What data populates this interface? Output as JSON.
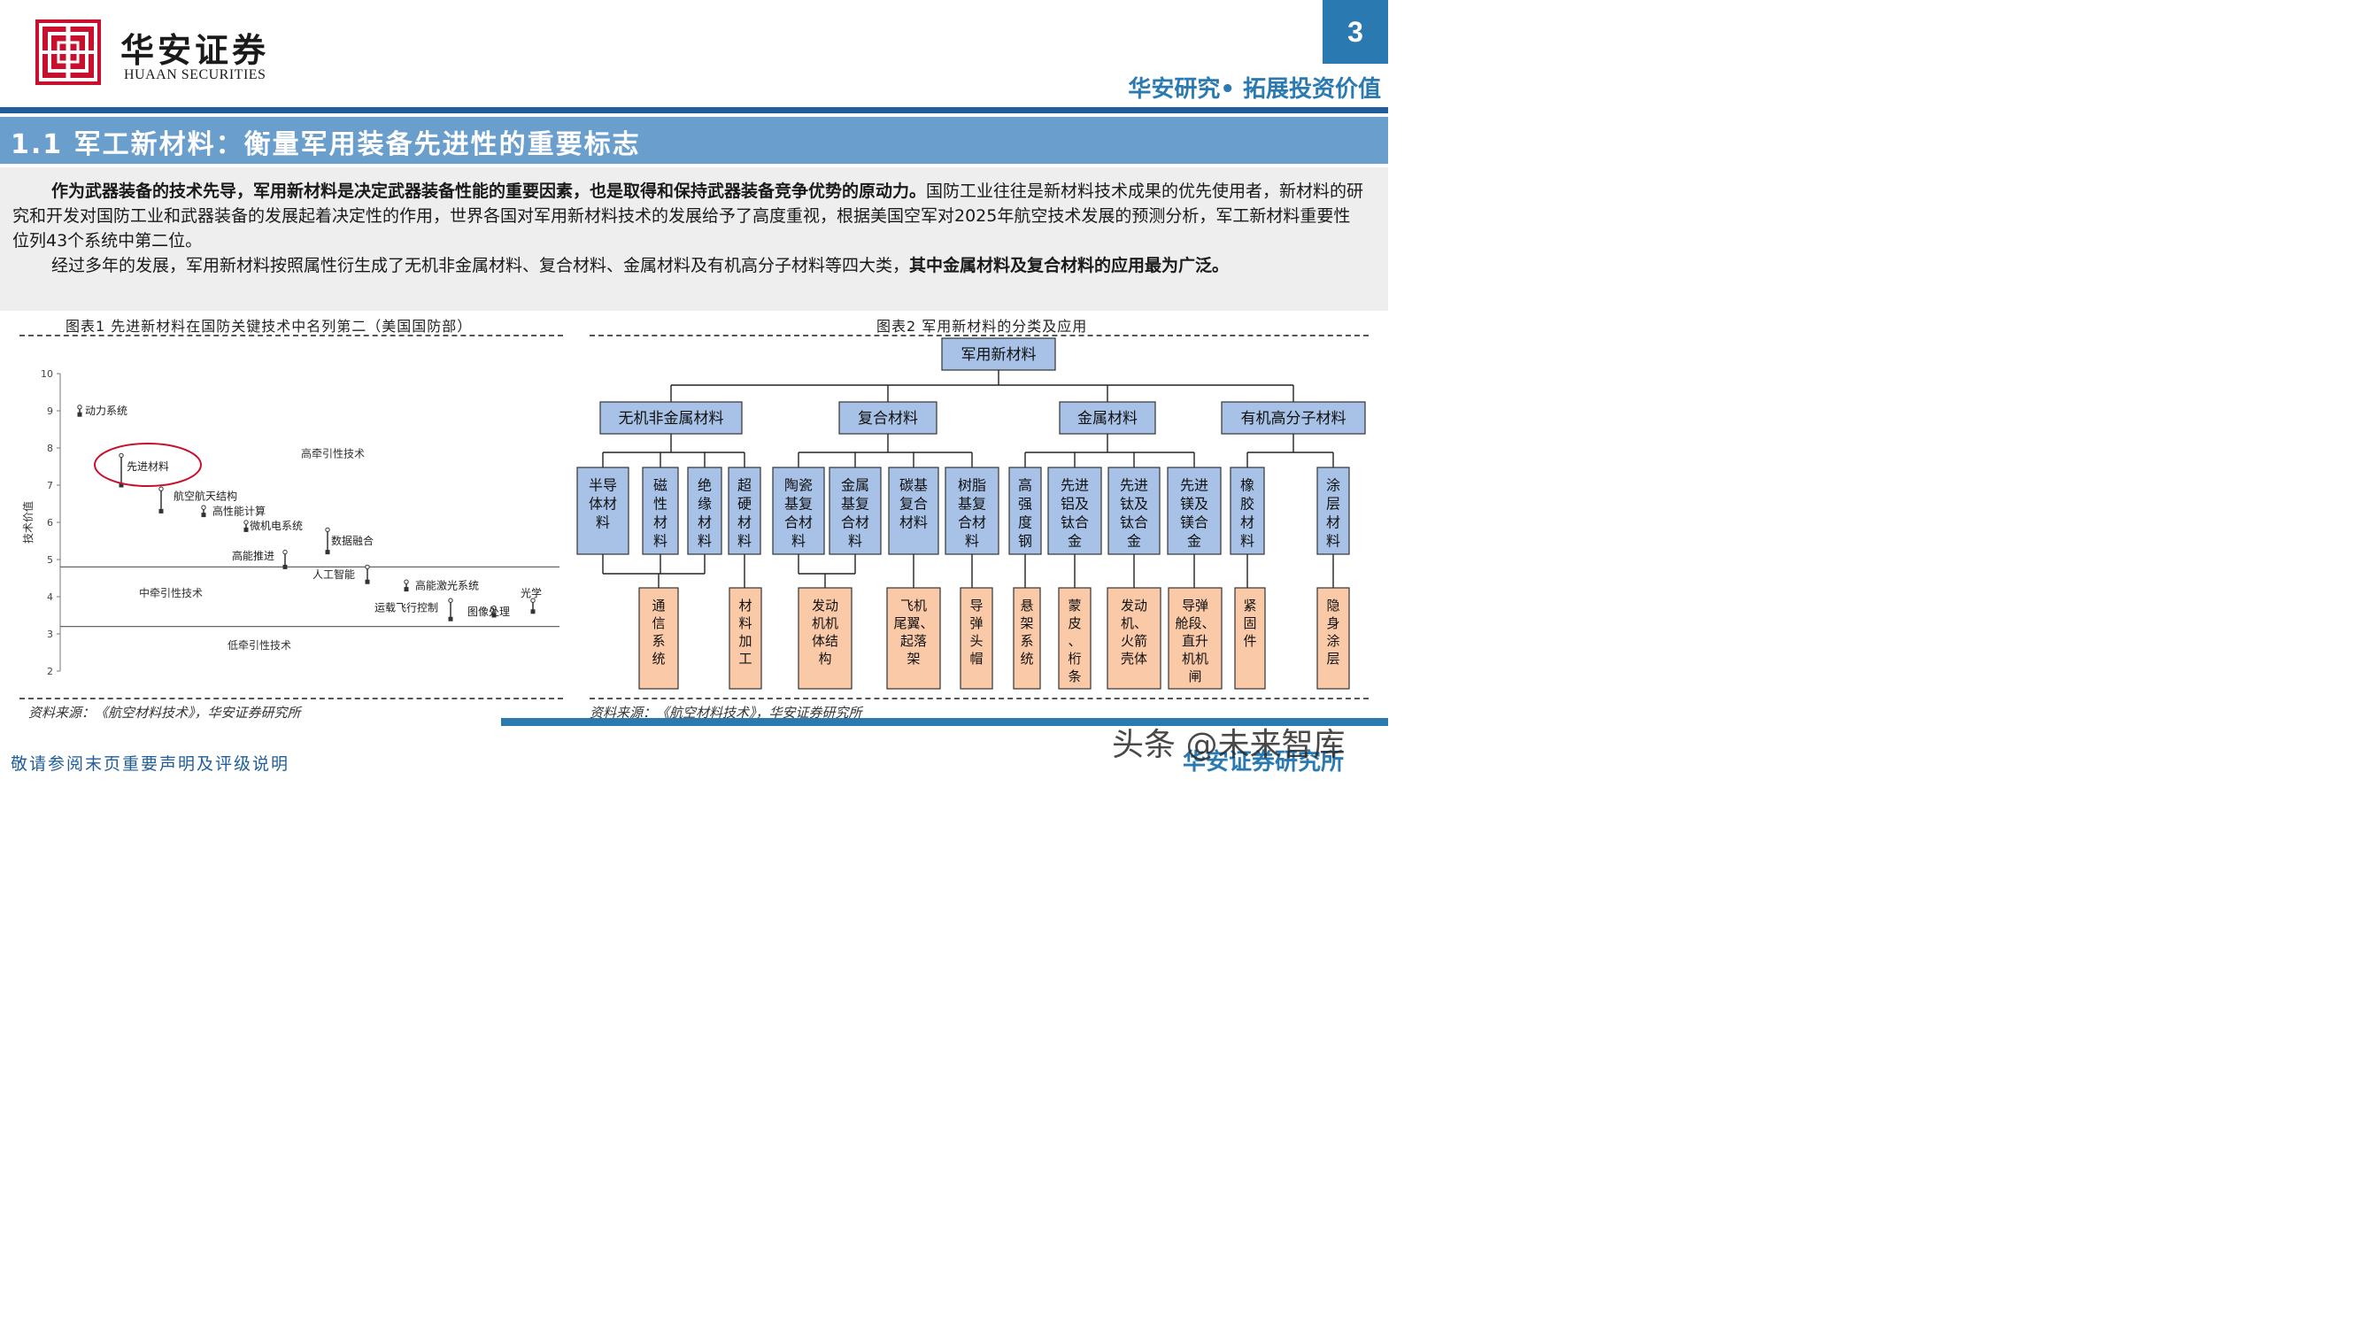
{
  "header": {
    "brand_cn": "华安证券",
    "brand_en": "HUAAN SECURITIES",
    "page_number": "3",
    "slogan": "华安研究• 拓展投资价值"
  },
  "section": {
    "title": "1.1 军工新材料：衡量军用装备先进性的重要标志"
  },
  "intro": {
    "p1_bold": "作为武器装备的技术先导，军用新材料是决定武器装备性能的重要因素，也是取得和保持武器装备竞争优势的原动力。",
    "p1_rest": "国防工业往往是新材料技术成果的优先使用者，新材料的研究和开发对国防工业和武器装备的发展起着决定性的作用，世界各国对军用新材料技术的发展给予了高度重视，根据美国空军对2025年航空技术发展的预测分析，军工新材料重要性位列43个系统中第二位。",
    "p2_rest": "经过多年的发展，军用新材料按照属性衍生成了无机非金属材料、复合材料、金属材料及有机高分子材料等四大类，",
    "p2_bold": "其中金属材料及复合材料的应用最为广泛。"
  },
  "figure1": {
    "caption": "图表1 先进新材料在国防关键技术中名列第二（美国国防部）",
    "source": "资料来源：《航空材料技术》，华安证券研究所"
  },
  "figure2": {
    "caption": "图表2 军用新材料的分类及应用",
    "source": "资料来源：《航空材料技术》，华安证券研究所"
  },
  "chart_data": {
    "type": "scatter",
    "ylabel": "技术价值",
    "ylim": [
      2,
      10
    ],
    "yticks": [
      "2",
      "3",
      "4",
      "5",
      "6",
      "7",
      "8",
      "9",
      "10"
    ],
    "bands": [
      {
        "label": "高牵引性技术"
      },
      {
        "label": "中牵引性技术"
      },
      {
        "label": "低牵引性技术"
      }
    ],
    "band_thresholds": [
      4.8,
      3.2
    ],
    "points": [
      {
        "label": "动力系统",
        "y": 9.0,
        "low": 8.9,
        "high": 9.1
      },
      {
        "label": "先进材料",
        "y": 7.5,
        "low": 7.0,
        "high": 7.8
      },
      {
        "label": "航空航天结构",
        "y": 6.7,
        "low": 6.3,
        "high": 6.9
      },
      {
        "label": "高性能计算",
        "y": 6.3,
        "low": 6.2,
        "high": 6.4
      },
      {
        "label": "微机电系统",
        "y": 5.9,
        "low": 5.8,
        "high": 6.0
      },
      {
        "label": "数据融合",
        "y": 5.5,
        "low": 5.2,
        "high": 5.8
      },
      {
        "label": "高能推进",
        "y": 5.1,
        "low": 4.8,
        "high": 5.2
      },
      {
        "label": "人工智能",
        "y": 4.6,
        "low": 4.4,
        "high": 4.8
      },
      {
        "label": "高能激光系统",
        "y": 4.3,
        "low": 4.2,
        "high": 4.4
      },
      {
        "label": "运载飞行控制",
        "y": 3.7,
        "low": 3.4,
        "high": 3.9
      },
      {
        "label": "图像处理",
        "y": 3.6,
        "low": 3.5,
        "high": 3.7
      },
      {
        "label": "光学",
        "y": 3.8,
        "low": 3.6,
        "high": 3.9
      }
    ]
  },
  "tree": {
    "root": "军用新材料",
    "categories": [
      {
        "label": "无机非金属材料",
        "materials": [
          {
            "label": "半导体材料",
            "lines": [
              "半导",
              "体材",
              "料"
            ],
            "app": null
          },
          {
            "label": "磁性材料",
            "lines": [
              "磁",
              "性",
              "材",
              "料"
            ],
            "app": {
              "label": "通信系统",
              "lines": [
                "通",
                "信",
                "系",
                "统"
              ]
            }
          },
          {
            "label": "绝缘材料",
            "lines": [
              "绝",
              "缘",
              "材",
              "料"
            ],
            "app": null
          },
          {
            "label": "超硬材料",
            "lines": [
              "超",
              "硬",
              "材",
              "料"
            ],
            "app": {
              "label": "材料加工",
              "lines": [
                "材",
                "料",
                "加",
                "工"
              ]
            }
          }
        ]
      },
      {
        "label": "复合材料",
        "materials": [
          {
            "label": "陶瓷基复合材料",
            "lines": [
              "陶瓷",
              "基复",
              "合材",
              "料"
            ],
            "app": {
              "label": "发动机机体结构",
              "lines": [
                "发动",
                "机机",
                "体结",
                "构"
              ]
            }
          },
          {
            "label": "金属基复合材料",
            "lines": [
              "金属",
              "基复",
              "合材",
              "料"
            ],
            "app": null
          },
          {
            "label": "碳基复合材料",
            "lines": [
              "碳基",
              "复合",
              "材料"
            ],
            "app": {
              "label": "飞机尾翼、起落架",
              "lines": [
                "飞机",
                "尾翼、",
                "起落",
                "架"
              ]
            }
          },
          {
            "label": "树脂基复合材料",
            "lines": [
              "树脂",
              "基复",
              "合材",
              "料"
            ],
            "app": {
              "label": "导弹头帽",
              "lines": [
                "导",
                "弹",
                "头",
                "帽"
              ]
            }
          }
        ]
      },
      {
        "label": "金属材料",
        "materials": [
          {
            "label": "高强度钢",
            "lines": [
              "高",
              "强",
              "度",
              "钢"
            ],
            "app": {
              "label": "悬架系统",
              "lines": [
                "悬",
                "架",
                "系",
                "统"
              ]
            }
          },
          {
            "label": "先进铝及钛合金",
            "lines": [
              "先进",
              "铝及",
              "钛合",
              "金"
            ],
            "app": {
              "label": "蒙皮、桁条",
              "lines": [
                "蒙",
                "皮",
                "、",
                "桁",
                "条"
              ]
            }
          },
          {
            "label": "先进钛及钛合金",
            "lines": [
              "先进",
              "钛及",
              "钛合",
              "金"
            ],
            "app": {
              "label": "发动机、火箭壳体",
              "lines": [
                "发动",
                "机、",
                "火箭",
                "壳体"
              ]
            }
          },
          {
            "label": "先进镁及镁合金",
            "lines": [
              "先进",
              "镁及",
              "镁合",
              "金"
            ],
            "app": {
              "label": "导弹舱段、直升机机闸",
              "lines": [
                "导弹",
                "舱段、",
                "直升",
                "机机",
                "闸"
              ]
            }
          }
        ]
      },
      {
        "label": "有机高分子材料",
        "materials": [
          {
            "label": "橡胶材料",
            "lines": [
              "橡",
              "胶",
              "材",
              "料"
            ],
            "app": {
              "label": "紧固件",
              "lines": [
                "紧",
                "固",
                "件"
              ]
            }
          },
          {
            "label": "涂层材料",
            "lines": [
              "涂",
              "层",
              "材",
              "料"
            ],
            "app": {
              "label": "隐身涂层",
              "lines": [
                "隐",
                "身",
                "涂",
                "层"
              ]
            }
          }
        ]
      }
    ]
  },
  "footer": {
    "disclaimer": "敬请参阅末页重要声明及评级说明",
    "brand": "华安证券研究所",
    "watermark": "头条 @未来智库"
  },
  "colors": {
    "brand_red": "#c8102e",
    "brand_blue": "#2a79b0",
    "section_bar": "#6a9fcd",
    "tree_node": "#a7c2e6",
    "app_node": "#f9c9a8"
  }
}
